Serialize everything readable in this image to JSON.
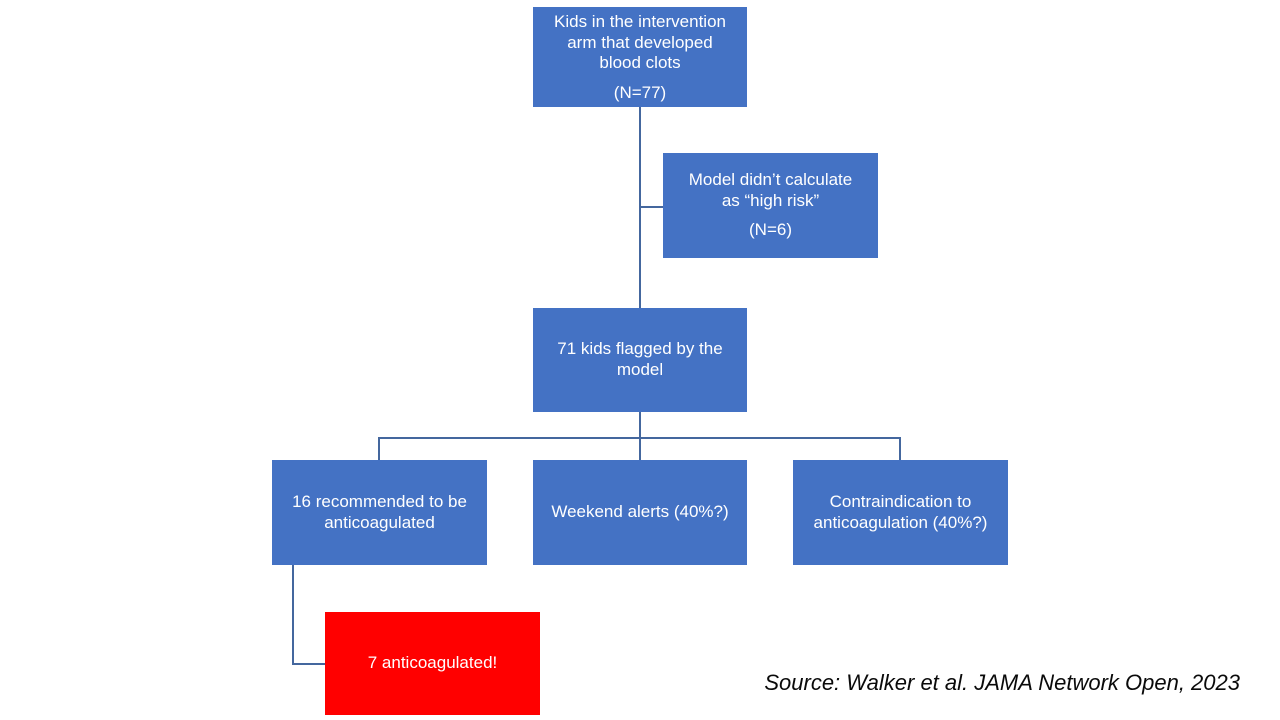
{
  "colors": {
    "box_blue": "#4472C4",
    "alert_red": "#FF0000",
    "connector_blue": "#44679E",
    "text_white": "#FFFFFF"
  },
  "diagram": {
    "boxes": {
      "intervention": {
        "text": "Kids in the intervention\narm that developed\nblood clots",
        "n": "(N=77)"
      },
      "model_missed": {
        "text": "Model didn’t calculate\nas “high risk”",
        "n": "(N=6)"
      },
      "flagged": {
        "text": "71 kids flagged by the\nmodel"
      },
      "recommended": {
        "text": "16 recommended to be\nanticoagulated"
      },
      "weekend": {
        "text": "Weekend alerts (40%?)"
      },
      "contraindication": {
        "text": "Contraindication to\nanticoagulation (40%?)"
      },
      "anticoagulated": {
        "text": "7 anticoagulated!"
      }
    },
    "source": "Source: Walker et al. JAMA Network Open, 2023"
  }
}
